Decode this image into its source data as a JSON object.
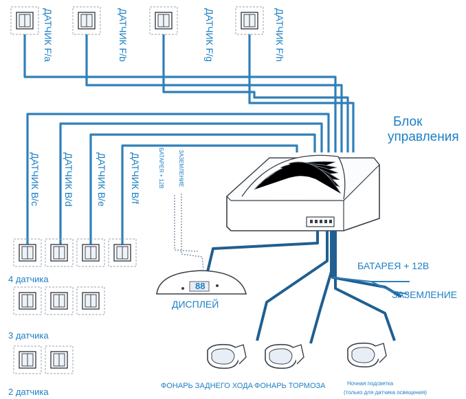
{
  "colors": {
    "wire": "#2f7fb8",
    "wire_dark": "#1f5f91",
    "text": "#1d7fc4",
    "outline": "#3a3f48",
    "dotted": "#8a9cb0"
  },
  "sensors_front": [
    {
      "label": "ДАТЧИК F/a"
    },
    {
      "label": "ДАТЧИК F/b"
    },
    {
      "label": "ДАТЧИК F/g"
    },
    {
      "label": "ДАТЧИК F/h"
    }
  ],
  "sensors_rear": [
    {
      "label": "ДАТЧИК B/c"
    },
    {
      "label": "ДАТЧИК B/d"
    },
    {
      "label": "ДАТЧИК B/e"
    },
    {
      "label": "ДАТЧИК B/f"
    }
  ],
  "control_unit": {
    "title_line1": "Блок",
    "title_line2": "управления"
  },
  "display": {
    "label": "ДИСПЛЕЙ",
    "readout": "88"
  },
  "power": {
    "battery_label": "БАТАРЕЯ + 12В",
    "ground_label": "ЗАЗЕМЛЕНИЕ",
    "small_battery_label": "БАТАРЕЯ + 12В",
    "small_ground_label": "ЗАЗЕМЛЕНИЕ"
  },
  "lamps": [
    {
      "label": "ФОНАРЬ ЗАДНЕГО ХОДА"
    },
    {
      "label": "ФОНАРЬ ТОРМОЗА"
    },
    {
      "label_line1": "Ночная подсветка",
      "label_line2": "(только для датчика освещения)"
    }
  ],
  "groups": [
    {
      "label": "4 датчика"
    },
    {
      "label": "3 датчика"
    },
    {
      "label": "2 датчика"
    }
  ]
}
